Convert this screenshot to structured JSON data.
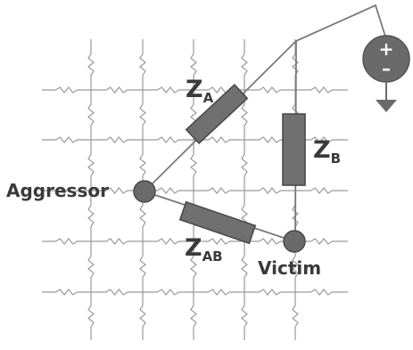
{
  "labels": {
    "aggressor": "Aggressor",
    "victim": "Victim",
    "z_a_main": "Z",
    "z_a_sub": "A",
    "z_b_main": "Z",
    "z_b_sub": "B",
    "z_ab_main": "Z",
    "z_ab_sub": "AB",
    "source_plus": "+",
    "source_minus": "–"
  },
  "colors": {
    "background": "#ffffff",
    "grid_line": "#9a9a9a",
    "wire": "#7a7a7a",
    "component_fill": "#707070",
    "component_stroke": "#4a4a4a",
    "text": "#3a3a3a"
  },
  "icons": {
    "source": "voltage-source-icon",
    "ground": "ground-icon",
    "resistor": "resistor-zigzag-icon"
  }
}
